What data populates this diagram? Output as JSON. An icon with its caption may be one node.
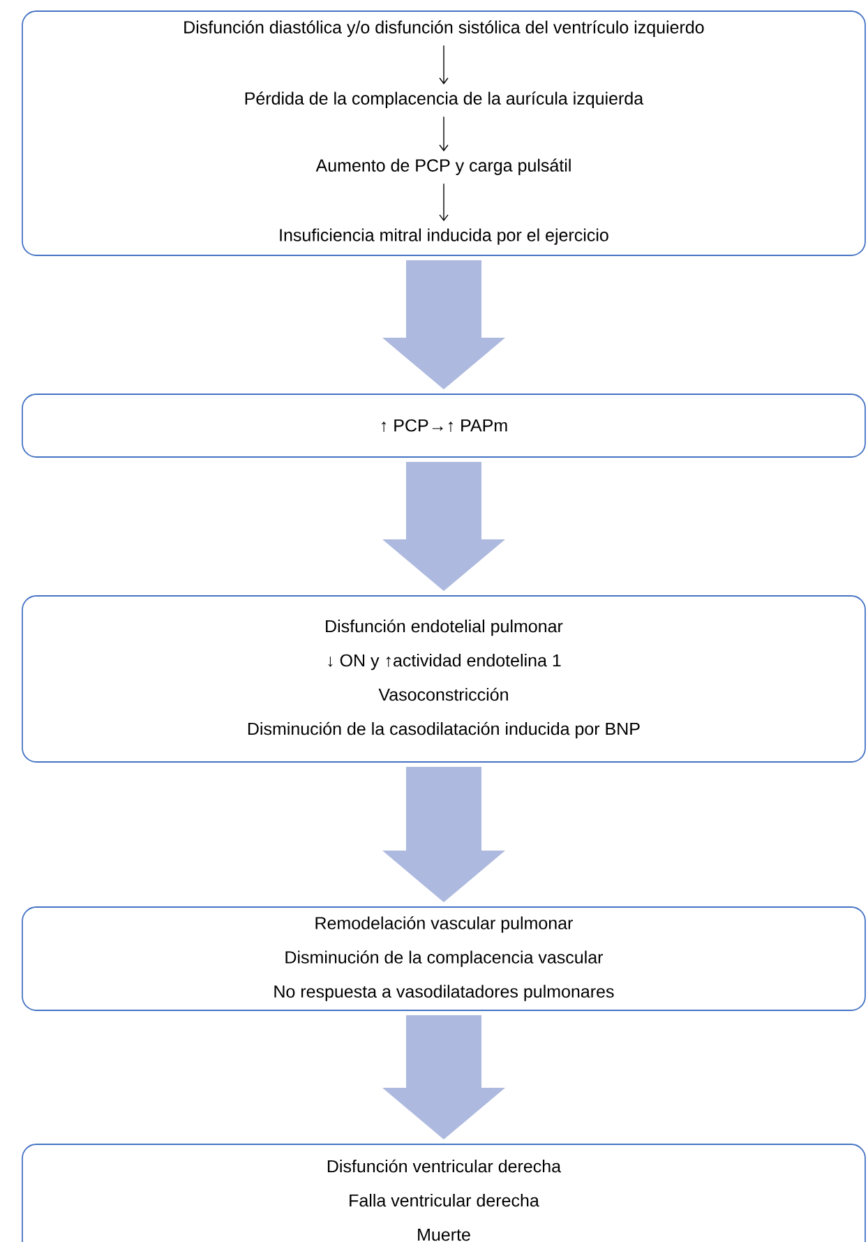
{
  "diagram": {
    "nodes": [
      {
        "text": [],
        "shape": "box"
      },
      {
        "text": [
          "Disfunción diastólica y/o disfunción sistólica del ventrículo izquierdo"
        ],
        "in": 0
      },
      {
        "text": [
          "Pérdida de la complacencia de la aurícula izquierda"
        ],
        "in": 0
      },
      {
        "text": [
          "Aumento de PCP y carga pulsátil"
        ],
        "in": 0
      },
      {
        "text": [
          "Insuficiencia mitral inducida por el ejercicio"
        ],
        "in": 0
      },
      {
        "text": [
          "↑ PCP→↑ PAPm"
        ]
      },
      {
        "text": [
          "Disfunción endotelial pulmonar",
          "↓ ON y ↑actividad endotelina 1",
          "Vasoconstricción",
          "Disminución de la casodilatación inducida por BNP"
        ]
      },
      {
        "text": [
          "Remodelación vascular pulmonar",
          "Disminución de la complacencia vascular",
          "No respuesta a vasodilatadores pulmonares"
        ]
      },
      {
        "text": [
          "Disfunción ventricular derecha",
          "Falla ventricular derecha",
          "Muerte"
        ]
      }
    ],
    "edges": [
      {
        "from": 1,
        "to": 2,
        "arrow": "to",
        "color": "#000000"
      },
      {
        "from": 2,
        "to": 3,
        "arrow": "to",
        "color": "#000000"
      },
      {
        "from": 3,
        "to": 4,
        "arrow": "to",
        "color": "#000000"
      },
      {
        "from": 0,
        "to": 5,
        "arrow": "to",
        "style": "thick",
        "color": "#adb9de"
      },
      {
        "from": 5,
        "to": 6,
        "arrow": "to",
        "style": "thick",
        "color": "#adb9de"
      },
      {
        "from": 6,
        "to": 7,
        "arrow": "to",
        "style": "thick",
        "color": "#adb9de"
      },
      {
        "from": 7,
        "to": 8,
        "arrow": "to",
        "style": "thick",
        "color": "#adb9de"
      }
    ]
  }
}
